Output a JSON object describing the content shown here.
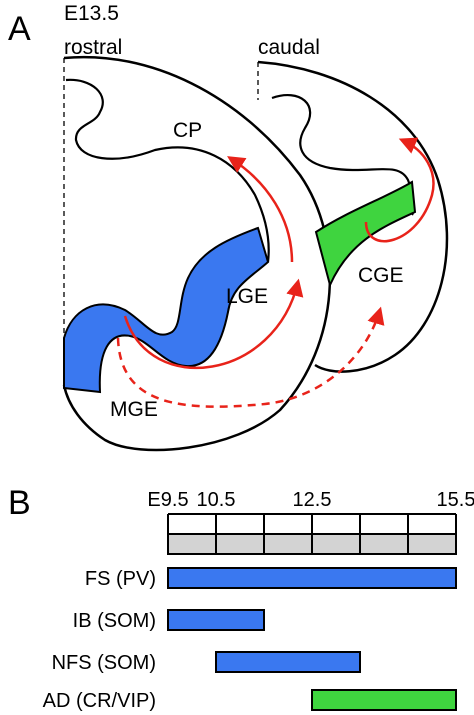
{
  "panel_a": {
    "letter": "A",
    "stage": "E13.5",
    "rostral_label": "rostral",
    "caudal_label": "caudal",
    "cp_label": "CP",
    "lge_label": "LGE",
    "mge_label": "MGE",
    "cge_label": "CGE",
    "colors": {
      "mge_lge_fill": "#3a78f0",
      "cge_fill": "#3fd43f",
      "migration_arrow": "#e8231a"
    }
  },
  "panel_b": {
    "letter": "B",
    "timeline": {
      "tick_labels": [
        "E9.5",
        "10.5",
        "12.5",
        "15.5"
      ],
      "label_values": [
        9.5,
        10.5,
        12.5,
        15.5
      ],
      "tick_values": [
        9.5,
        10.5,
        11.5,
        12.5,
        13.5,
        14.5,
        15.5
      ],
      "range": [
        9.5,
        15.5
      ],
      "bar_color": "#d3d3d3"
    },
    "rows": [
      {
        "label": "FS (PV)",
        "start": 9.5,
        "end": 15.5,
        "color": "#3a78f0"
      },
      {
        "label": "IB (SOM)",
        "start": 9.5,
        "end": 11.5,
        "color": "#3a78f0"
      },
      {
        "label": "NFS (SOM)",
        "start": 10.5,
        "end": 13.5,
        "color": "#3a78f0"
      },
      {
        "label": "AD (CR/VIP)",
        "start": 12.5,
        "end": 15.5,
        "color": "#3fd43f"
      }
    ]
  }
}
